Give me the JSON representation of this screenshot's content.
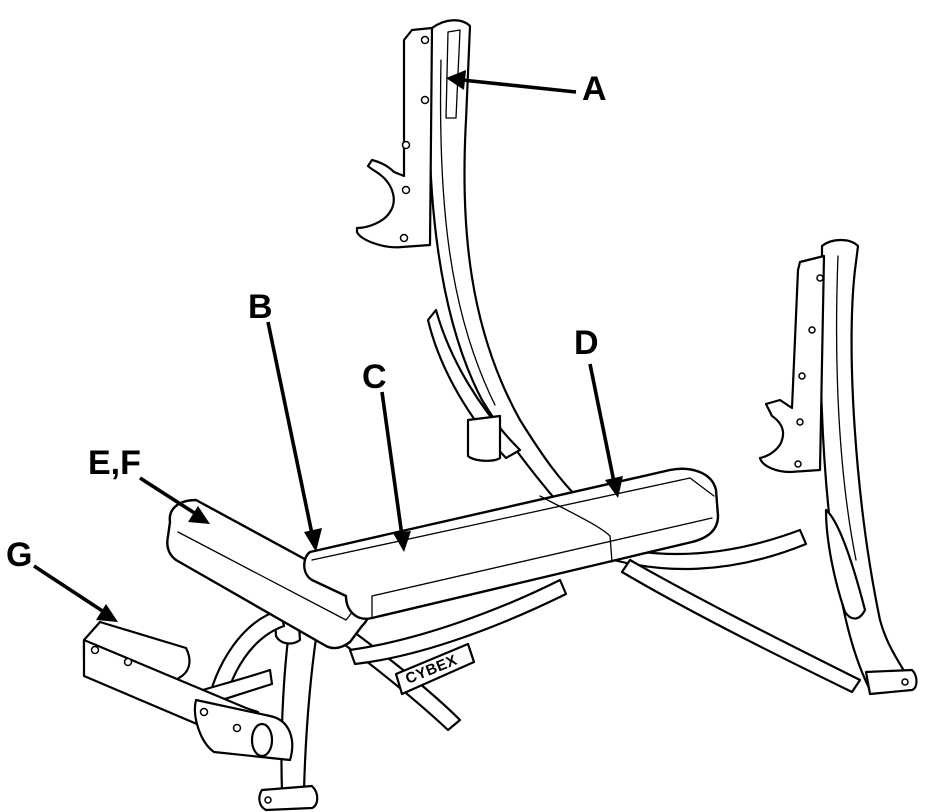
{
  "diagram": {
    "callouts": [
      {
        "id": "A",
        "label": "A"
      },
      {
        "id": "B",
        "label": "B"
      },
      {
        "id": "C",
        "label": "C"
      },
      {
        "id": "D",
        "label": "D"
      },
      {
        "id": "EF",
        "label": "E,F"
      },
      {
        "id": "G",
        "label": "G"
      }
    ],
    "brand_logo": "CYBEX"
  }
}
